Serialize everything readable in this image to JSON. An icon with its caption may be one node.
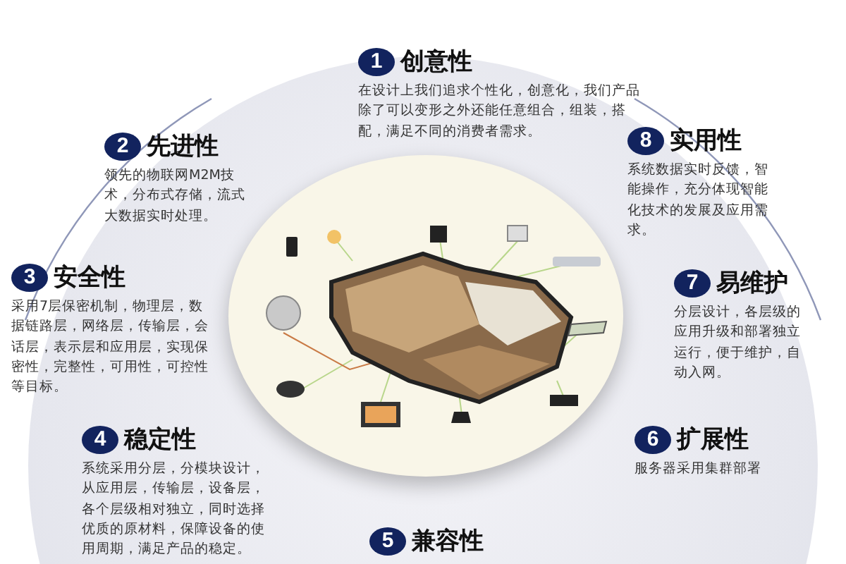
{
  "diagram": {
    "nodes": [
      {
        "text": [
          "1",
          "创意性",
          "在设计上我们追求个性化，创意化，我们产品除了可以变形之外还能任意组合，组装，搭配，满足不同的消费者需求。"
        ]
      },
      {
        "text": [
          "2",
          "先进性",
          "领先的物联网M2M技术，分布式存储，流式大数据实时处理。"
        ]
      },
      {
        "text": [
          "3",
          "安全性",
          "采用7层保密机制，物理层，数据链路层，网络层，传输层，会话层，表示层和应用层，实现保密性，完整性，可用性，可控性等目标。"
        ]
      },
      {
        "text": [
          "4",
          "稳定性",
          "系统采用分层，分模块设计，从应用层，传输层，设备层，各个层级相对独立，同时选择优质的原材料，保障设备的使用周期，满足产品的稳定。"
        ]
      },
      {
        "text": [
          "5",
          "兼容性"
        ]
      },
      {
        "text": [
          "6",
          "扩展性",
          "服务器采用集群部署"
        ]
      },
      {
        "text": [
          "7",
          "易维护",
          "分层设计，各层级的应用升级和部署独立运行，便于维护，自动入网。"
        ]
      },
      {
        "text": [
          "8",
          "实用性",
          "系统数据实时反馈，智能操作，充分体现智能化技术的发展及应用需求。"
        ]
      }
    ]
  }
}
